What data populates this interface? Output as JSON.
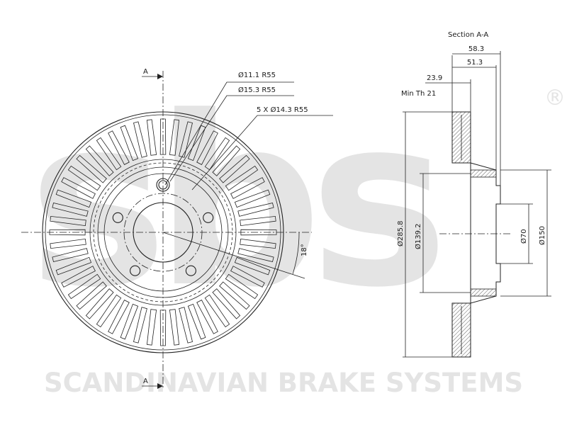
{
  "watermark": {
    "logo_text": "sbs",
    "registered_mark": "®",
    "company": "SCANDINAVIAN BRAKE SYSTEMS"
  },
  "front_view": {
    "section_marker_top": "A",
    "section_marker_bottom": "A",
    "callouts": {
      "hole_small": "Ø11.1  R55",
      "hole_medium": "Ø15.3  R55",
      "bolt_pattern": "5  X  Ø14.3  R55"
    },
    "angle": "18°"
  },
  "section_view": {
    "title": "Section  A-A",
    "dims": {
      "overall_width": "58.3",
      "hat_width": "51.3",
      "disc_thickness": "23.9",
      "min_thickness": "Min Th  21",
      "outer_diameter": "Ø285.8",
      "hat_diameter": "Ø139.2",
      "center_bore": "Ø70",
      "hub_diameter": "Ø150"
    }
  }
}
